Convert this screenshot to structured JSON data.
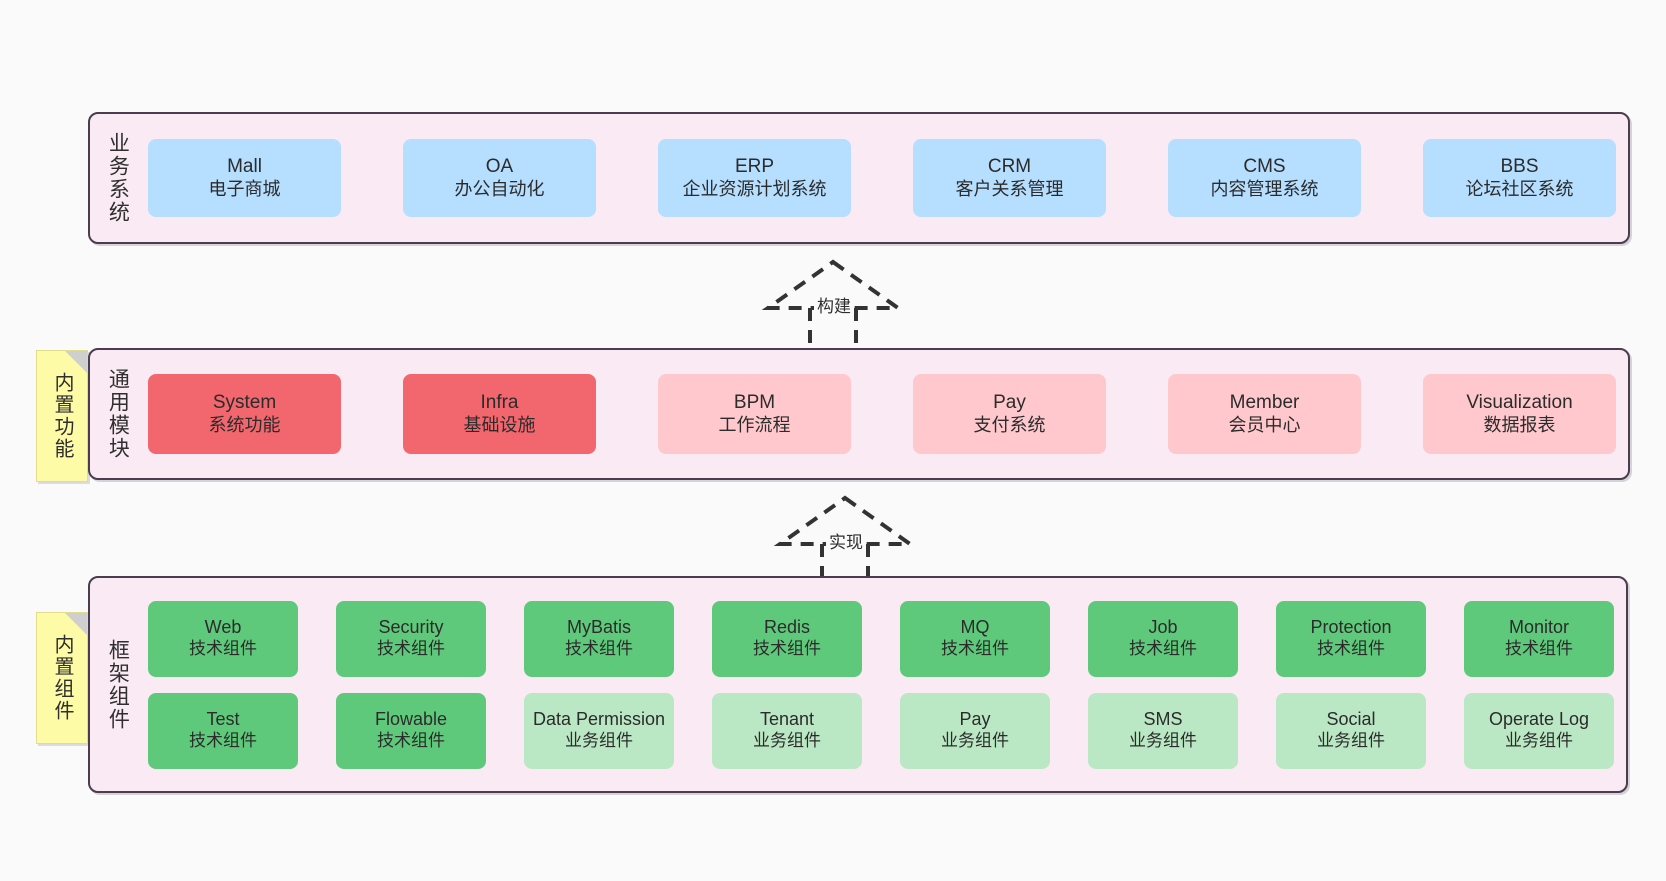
{
  "diagram": {
    "background": "#fafafa",
    "border_color": "#4a3d4d",
    "layer_background": "#f9eaf4"
  },
  "layers": [
    {
      "id": "business-system",
      "title": "业务系统",
      "cards": [
        {
          "name": "Mall",
          "desc": "电子商城"
        },
        {
          "name": "OA",
          "desc": "办公自动化"
        },
        {
          "name": "ERP",
          "desc": "企业资源计划系统"
        },
        {
          "name": "CRM",
          "desc": "客户关系管理"
        },
        {
          "name": "CMS",
          "desc": "内容管理系统"
        },
        {
          "name": "BBS",
          "desc": "论坛社区系统"
        }
      ]
    },
    {
      "id": "common-module",
      "title": "通用模块",
      "sticky": "内置功能",
      "cards": [
        {
          "name": "System",
          "desc": "系统功能",
          "emphasis": "strong"
        },
        {
          "name": "Infra",
          "desc": "基础设施",
          "emphasis": "strong"
        },
        {
          "name": "BPM",
          "desc": "工作流程",
          "emphasis": "light"
        },
        {
          "name": "Pay",
          "desc": "支付系统",
          "emphasis": "light"
        },
        {
          "name": "Member",
          "desc": "会员中心",
          "emphasis": "light"
        },
        {
          "name": "Visualization",
          "desc": "数据报表",
          "emphasis": "light"
        }
      ]
    },
    {
      "id": "framework-component",
      "title": "框架组件",
      "sticky": "内置组件",
      "rows": [
        [
          {
            "name": "Web",
            "desc": "技术组件",
            "kind": "tech"
          },
          {
            "name": "Security",
            "desc": "技术组件",
            "kind": "tech"
          },
          {
            "name": "MyBatis",
            "desc": "技术组件",
            "kind": "tech"
          },
          {
            "name": "Redis",
            "desc": "技术组件",
            "kind": "tech"
          },
          {
            "name": "MQ",
            "desc": "技术组件",
            "kind": "tech"
          },
          {
            "name": "Job",
            "desc": "技术组件",
            "kind": "tech"
          },
          {
            "name": "Protection",
            "desc": "技术组件",
            "kind": "tech"
          },
          {
            "name": "Monitor",
            "desc": "技术组件",
            "kind": "tech"
          }
        ],
        [
          {
            "name": "Test",
            "desc": "技术组件",
            "kind": "tech"
          },
          {
            "name": "Flowable",
            "desc": "技术组件",
            "kind": "tech"
          },
          {
            "name": "Data Permission",
            "desc": "业务组件",
            "kind": "biz"
          },
          {
            "name": "Tenant",
            "desc": "业务组件",
            "kind": "biz"
          },
          {
            "name": "Pay",
            "desc": "业务组件",
            "kind": "biz"
          },
          {
            "name": "SMS",
            "desc": "业务组件",
            "kind": "biz"
          },
          {
            "name": "Social",
            "desc": "业务组件",
            "kind": "biz"
          },
          {
            "name": "Operate Log",
            "desc": "业务组件",
            "kind": "biz"
          }
        ]
      ]
    }
  ],
  "connectors": [
    {
      "id": "build",
      "label": "构建",
      "from": "common-module",
      "to": "business-system"
    },
    {
      "id": "implement",
      "label": "实现",
      "from": "framework-component",
      "to": "common-module"
    }
  ],
  "palette": {
    "business_card": "#b5deff",
    "module_strong": "#f2666e",
    "module_light": "#ffc8cd",
    "framework_tech": "#5fc97b",
    "framework_biz": "#bbe8c4",
    "sticky": "#fdfba6"
  }
}
